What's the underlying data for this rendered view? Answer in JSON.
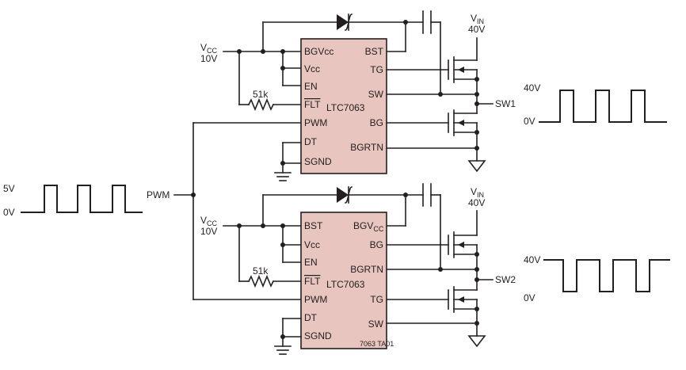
{
  "figure_id": "7063 TA01",
  "input": {
    "label": "PWM",
    "high": "5V",
    "low": "0V"
  },
  "channels": [
    {
      "part": "LTC7063",
      "left_pins": [
        "BGVcc",
        "Vcc",
        "EN",
        "FLT",
        "PWM",
        "DT",
        "SGND"
      ],
      "right_pins": [
        "BST",
        "TG",
        "SW",
        "BG",
        "BGRTN"
      ],
      "vcc": {
        "label": "V",
        "sub": "CC",
        "value": "10V"
      },
      "vin": {
        "label": "V",
        "sub": "IN",
        "value": "40V"
      },
      "resistor": "51k",
      "output": {
        "label": "SW1",
        "high": "40V",
        "low": "0V"
      }
    },
    {
      "part": "LTC7063",
      "left_pins": [
        "BST",
        "Vcc",
        "EN",
        "FLT",
        "PWM",
        "DT",
        "SGND"
      ],
      "right_pins": [
        "BGV",
        "BG",
        "BGRTN",
        "TG",
        "SW"
      ],
      "right_pin_sub": "CC",
      "vcc": {
        "label": "V",
        "sub": "CC",
        "value": "10V"
      },
      "vin": {
        "label": "V",
        "sub": "IN",
        "value": "40V"
      },
      "resistor": "51k",
      "output": {
        "label": "SW2",
        "high": "40V",
        "low": "0V"
      }
    }
  ]
}
